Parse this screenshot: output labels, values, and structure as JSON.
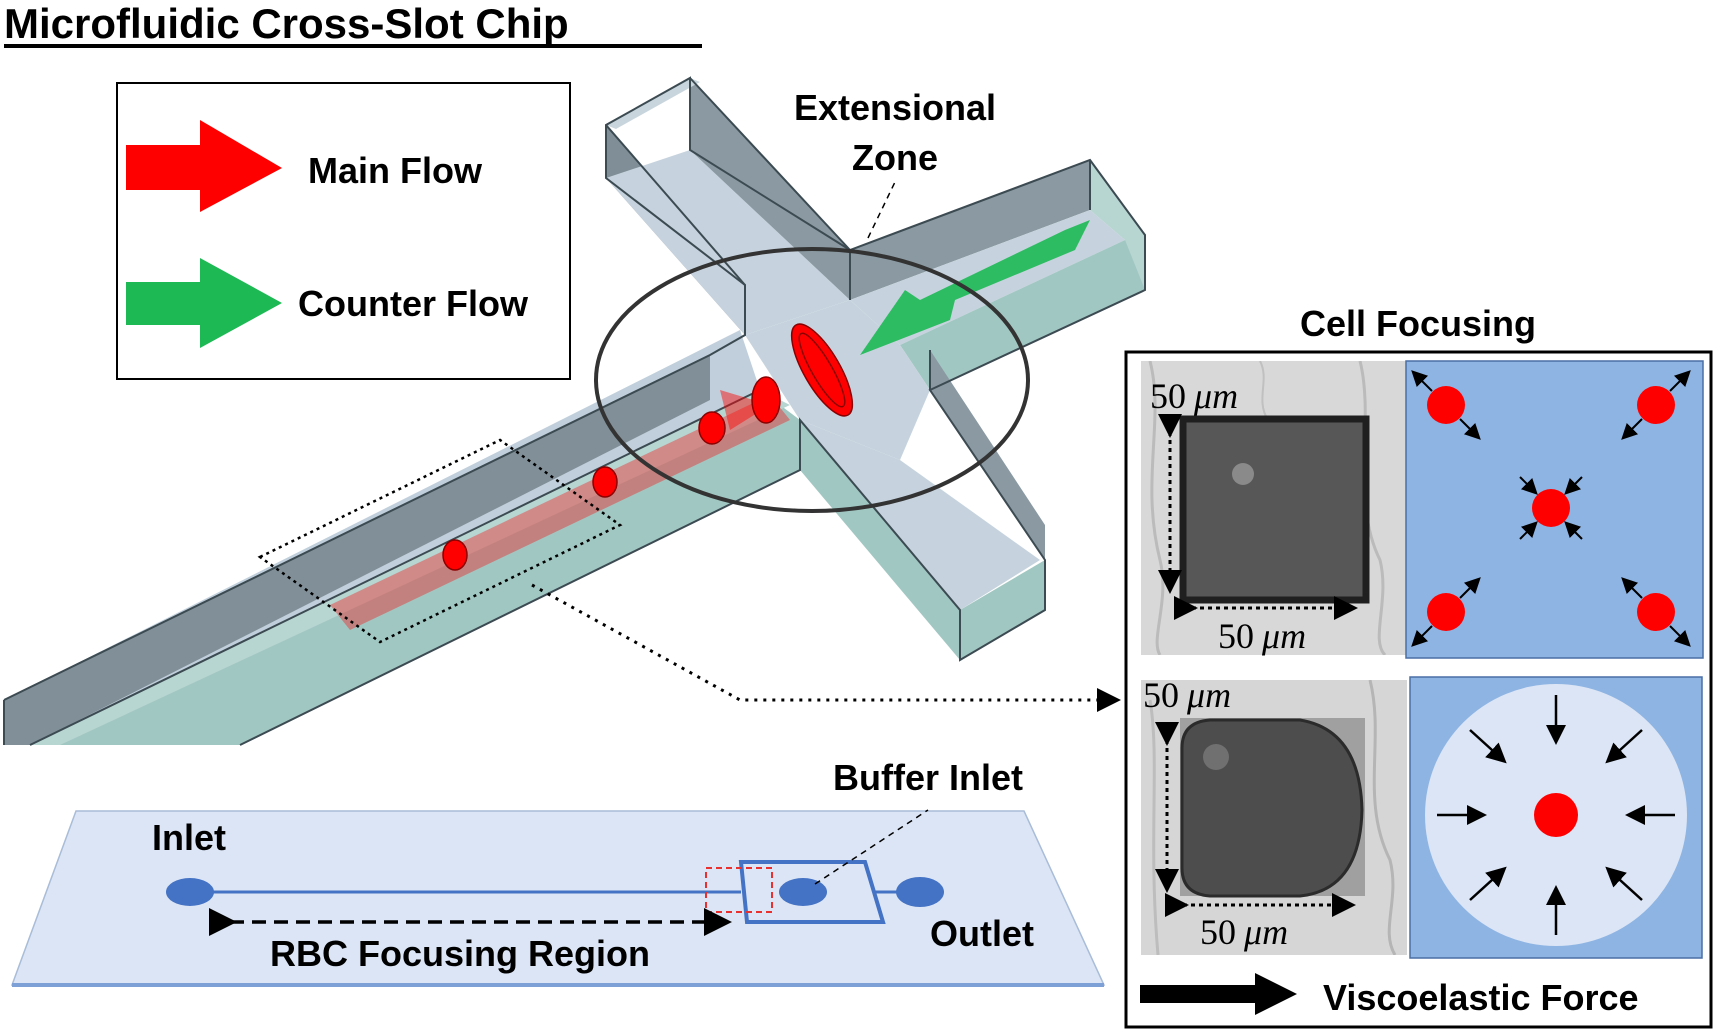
{
  "title": "Microfluidic Cross-Slot Chip",
  "legend": {
    "main_flow": "Main Flow",
    "counter_flow": "Counter Flow"
  },
  "labels": {
    "extensional_line1": "Extensional",
    "extensional_line2": "Zone",
    "cell_focusing": "Cell Focusing",
    "buffer_inlet": "Buffer Inlet",
    "inlet": "Inlet",
    "outlet": "Outlet",
    "rbc_focusing_region": "RBC Focusing Region",
    "viscoelastic_force": "Viscoelastic Force"
  },
  "scale": {
    "top_vertical": "50",
    "top_horizontal": "50",
    "bottom_vertical": "50",
    "bottom_horizontal": "50",
    "unit": "μm"
  },
  "colors": {
    "main_flow": "#ff0000",
    "counter_flow": "#1db954",
    "cell": "#ff0000",
    "panel_blue": "#8eb4e3",
    "chip_blue": "#dbe5f5",
    "channel_line": "#4472c4",
    "wall_dark": "#7f8e97",
    "wall_light": "#9fc5c0",
    "floor": "#c5d2dd"
  }
}
